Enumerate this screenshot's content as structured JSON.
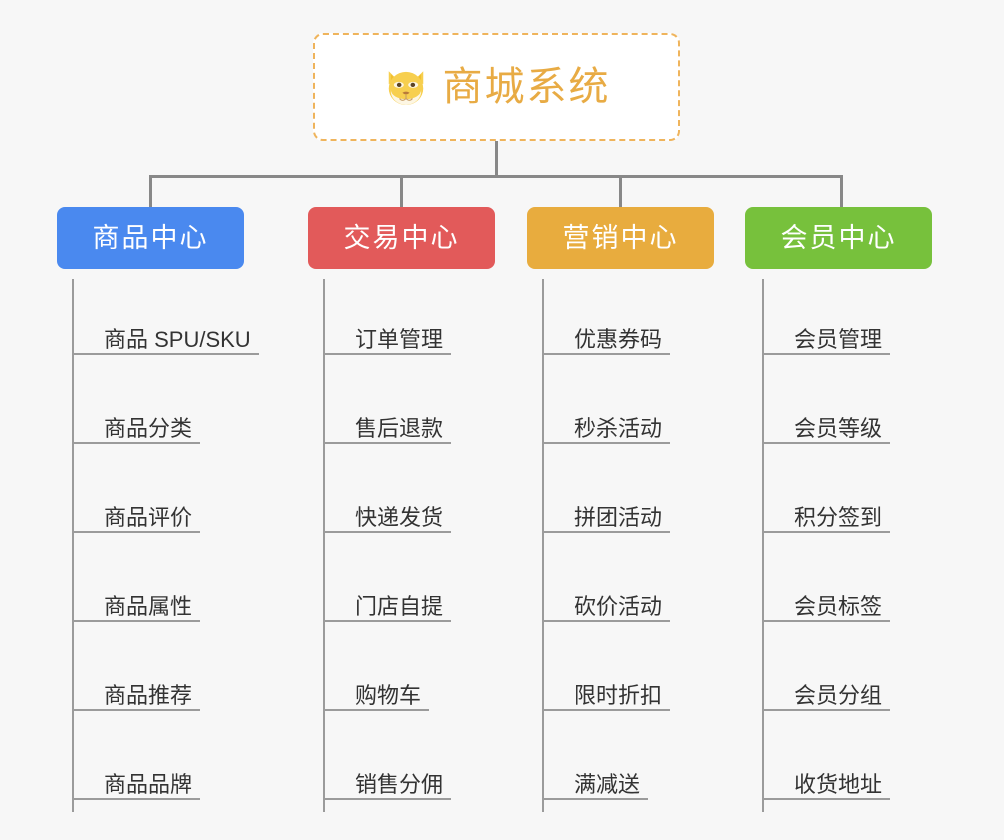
{
  "page": {
    "background_color": "#f7f7f7",
    "type": "organization-chart"
  },
  "root": {
    "title": "商城系统",
    "icon": "shiba-dog-face-icon",
    "icon_colors": {
      "face": "#f7cf4f",
      "muzzle": "#fdf6e3",
      "nose": "#b97a3a"
    },
    "text_color": "#e8ab44",
    "border_color": "#efb45c",
    "background_color": "#ffffff",
    "border_style": "dashed"
  },
  "connector": {
    "color": "#888888"
  },
  "categories": [
    {
      "label": "商品中心",
      "color": "#4a89ef",
      "items": [
        "商品 SPU/SKU",
        "商品分类",
        "商品评价",
        "商品属性",
        "商品推荐",
        "商品品牌"
      ]
    },
    {
      "label": "交易中心",
      "color": "#e25a5a",
      "items": [
        "订单管理",
        "售后退款",
        "快递发货",
        "门店自提",
        "购物车",
        "销售分佣"
      ]
    },
    {
      "label": "营销中心",
      "color": "#e8ac3e",
      "items": [
        "优惠券码",
        "秒杀活动",
        "拼团活动",
        "砍价活动",
        "限时折扣",
        "满减送"
      ]
    },
    {
      "label": "会员中心",
      "color": "#77c13c",
      "items": [
        "会员管理",
        "会员等级",
        "积分签到",
        "会员标签",
        "会员分组",
        "收货地址"
      ]
    }
  ]
}
